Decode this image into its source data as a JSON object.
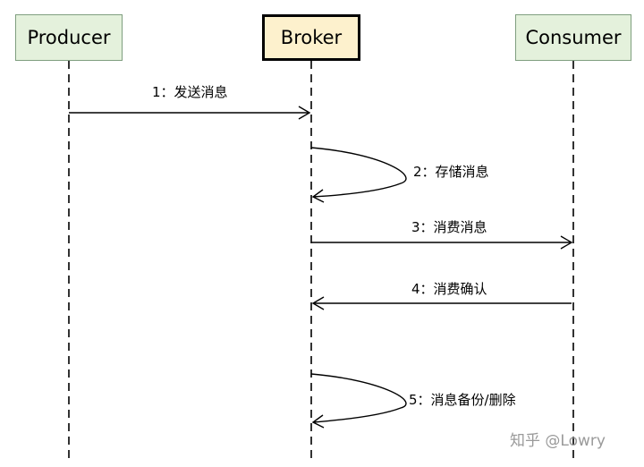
{
  "colors": {
    "producer_fill": "#e4f1dc",
    "broker_fill": "#fdf1cd",
    "consumer_fill": "#e4f1dc",
    "line": "#000000",
    "watermark": "#9a9a9a"
  },
  "actors": {
    "producer": "Producer",
    "broker": "Broker",
    "consumer": "Consumer"
  },
  "messages": [
    {
      "label": "1：发送消息",
      "from": "producer",
      "to": "broker",
      "kind": "arrow"
    },
    {
      "label": "2：存储消息",
      "from": "broker",
      "to": "broker",
      "kind": "self"
    },
    {
      "label": "3：消费消息",
      "from": "broker",
      "to": "consumer",
      "kind": "arrow"
    },
    {
      "label": "4：消费确认",
      "from": "consumer",
      "to": "broker",
      "kind": "arrow"
    },
    {
      "label": "5：消息备份/删除",
      "from": "broker",
      "to": "broker",
      "kind": "self"
    }
  ],
  "watermark": "知乎 @Lowry"
}
